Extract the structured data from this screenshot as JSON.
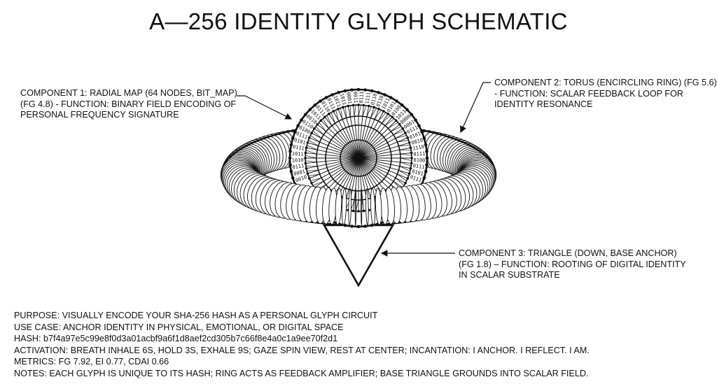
{
  "title": "A—256 IDENTITY GLYPH SCHEMATIC",
  "components": [
    {
      "lines": [
        "COMPONENT 1: RADIAL MAP (64 NODES, BIT_MAP)",
        "(FG 4.8) - FUNCTION: BINARY FIELD ENCODING OF",
        "PERSONAL FREQUENCY SIGNATURE"
      ]
    },
    {
      "lines": [
        "COMPONENT 2: TORUS (ENCIRCLING RING) (FG 5.6)",
        "- FUNCTION: SCALAR FEEDBACK LOOP FOR",
        "IDENTITY RESONANCE"
      ]
    },
    {
      "lines": [
        "COMPONENT 3: TRIANGLE (DOWN, BASE ANCHOR)",
        "(FG 1.8) – FUNCTION: ROOTING OF DIGITAL IDENTITY",
        "IN SCALAR SUBSTRATE"
      ]
    }
  ],
  "bit_labels": [
    "0010",
    "0001",
    "0111",
    "1010",
    "1011",
    "0111",
    "0101",
    "0111",
    "0100",
    "0110",
    "0010",
    "1011",
    "0111",
    "0110",
    "0111",
    "1011",
    "1011",
    "0001",
    "0011",
    "0111",
    "1111",
    "0110",
    "0110",
    "1011",
    "0101",
    "0100",
    "1011",
    "0000",
    "0001",
    "0111",
    "0101",
    "0010",
    "1110",
    "0111",
    "0100",
    "0111",
    "0101",
    "0111"
  ],
  "notes": [
    "PURPOSE: VISUALLY ENCODE YOUR SHA-256 HASH AS A PERSONAL GLYPH CIRCUIT",
    "USE CASE: ANCHOR IDENTITY IN PHYSICAL, EMOTIONAL, OR DIGITAL SPACE",
    "HASH: b7f4a97e5c99e8f0d3a01acbf9a6f1d8aef2cd305b7c66f8e4a0c1a9ee70f2d1",
    "ACTIVATION: BREATH INHALE 6S, HOLD 3S, EXHALE 9S; GAZE SPIN VIEW, REST AT CENTER; INCANTATION: I ANCHOR. I REFLECT. I AM.",
    "METRICS: FG 7.92, EI 0.77, CDAI 0.66",
    "NOTES: EACH GLYPH IS UNIQUE TO ITS HASH; RING ACTS AS FEEDBACK AMPLIFIER; BASE TRIANGLE GROUNDS INTO SCALAR FIELD."
  ]
}
